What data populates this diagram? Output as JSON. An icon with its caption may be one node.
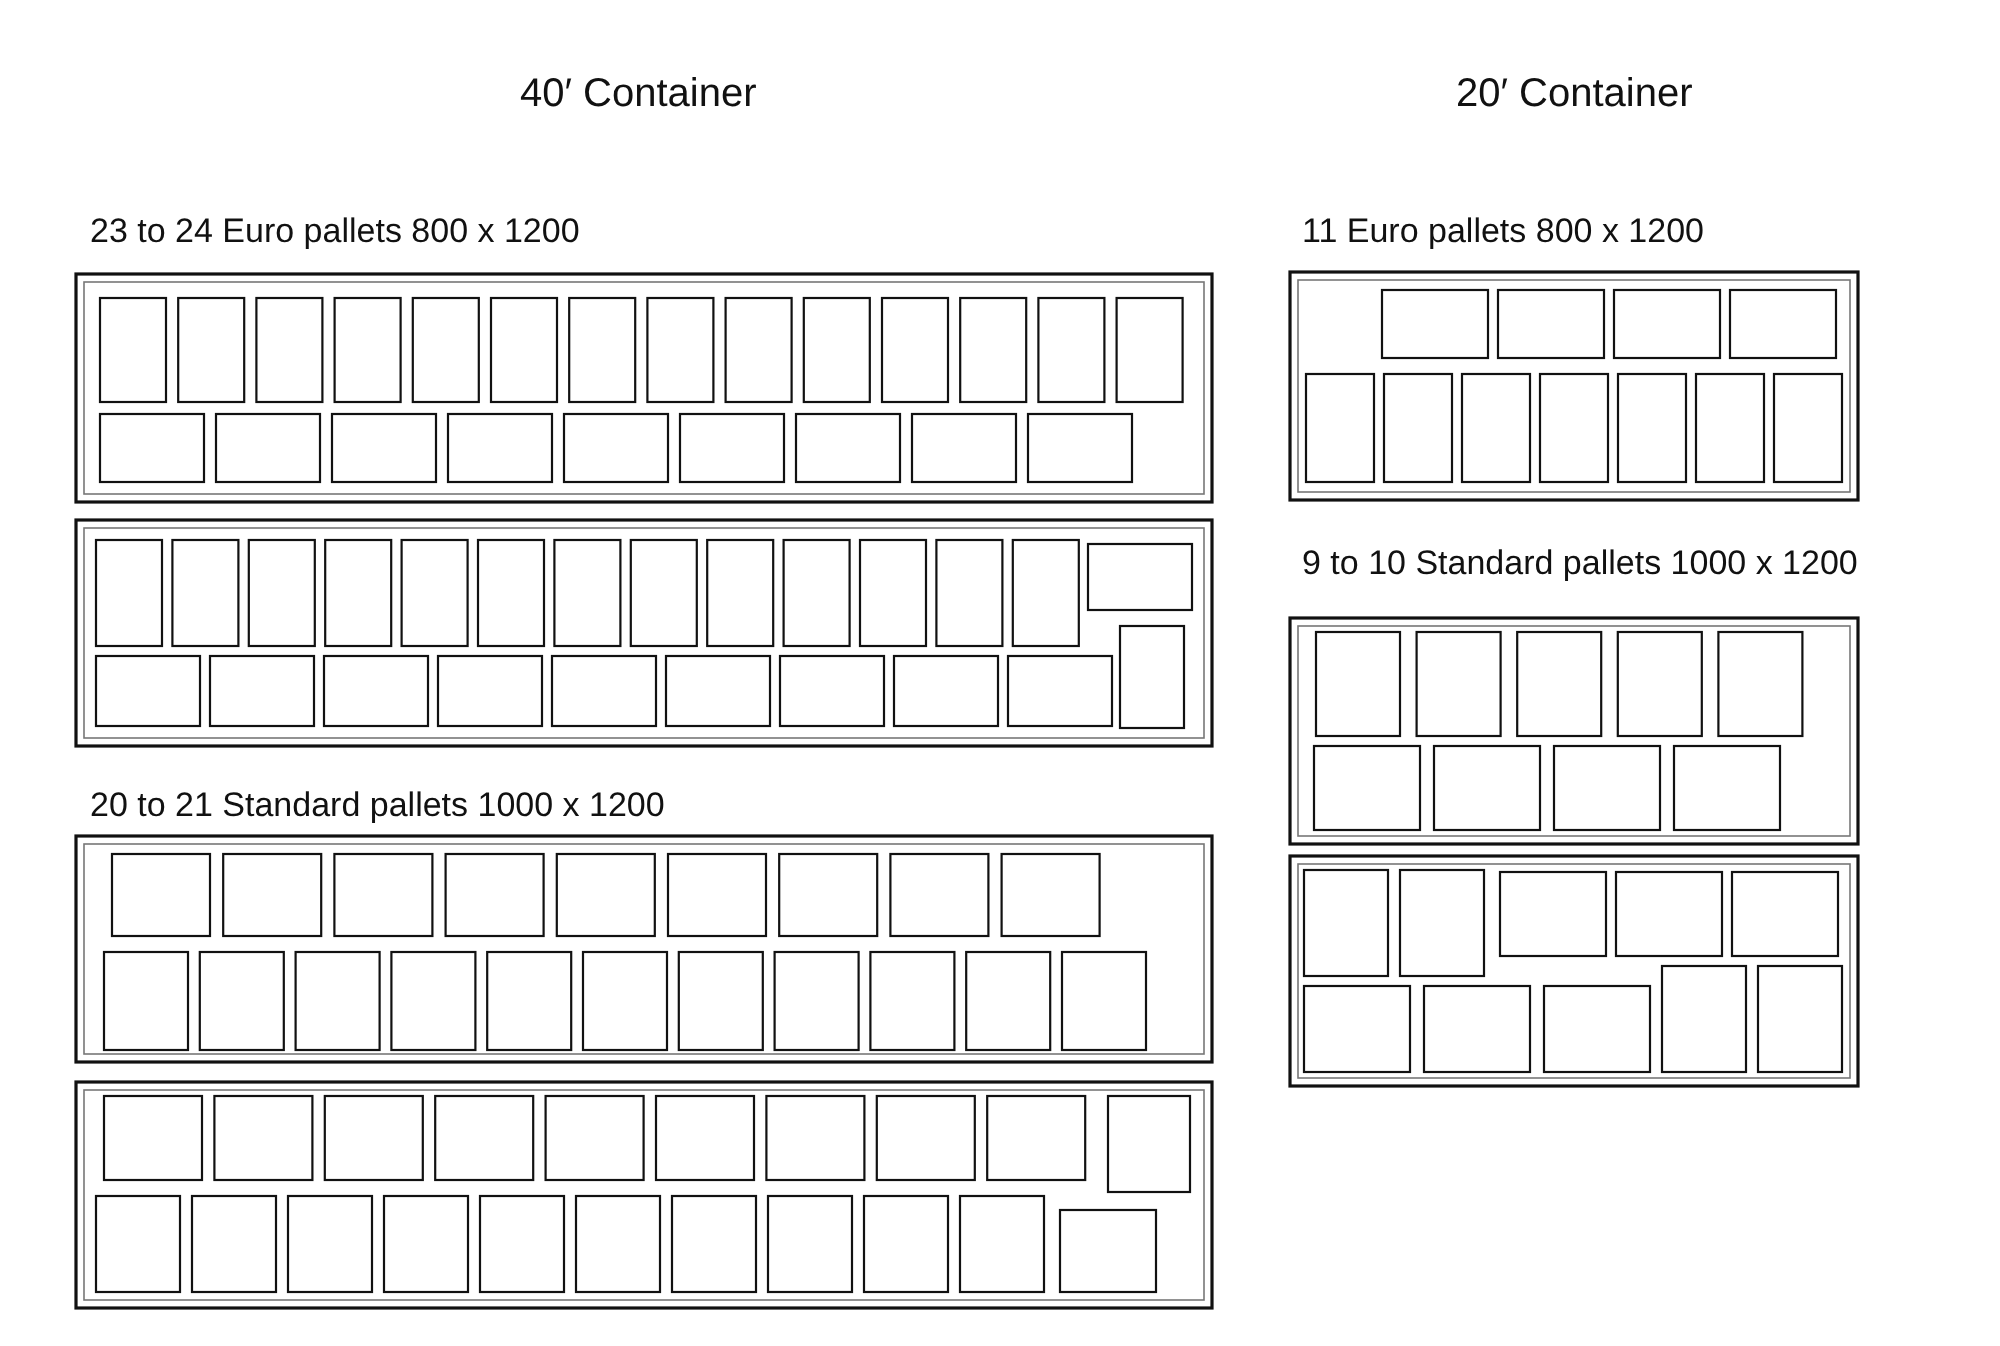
{
  "diagram": {
    "labels": [
      "40′ Container",
      "20′ Container",
      "23 to 24 Euro pallets 800 x 1200",
      "11 Euro pallets 800 x 1200",
      "9 to 10 Standard pallets 1000 x 1200",
      "20 to 21 Standard pallets 1000 x 1200"
    ]
  }
}
